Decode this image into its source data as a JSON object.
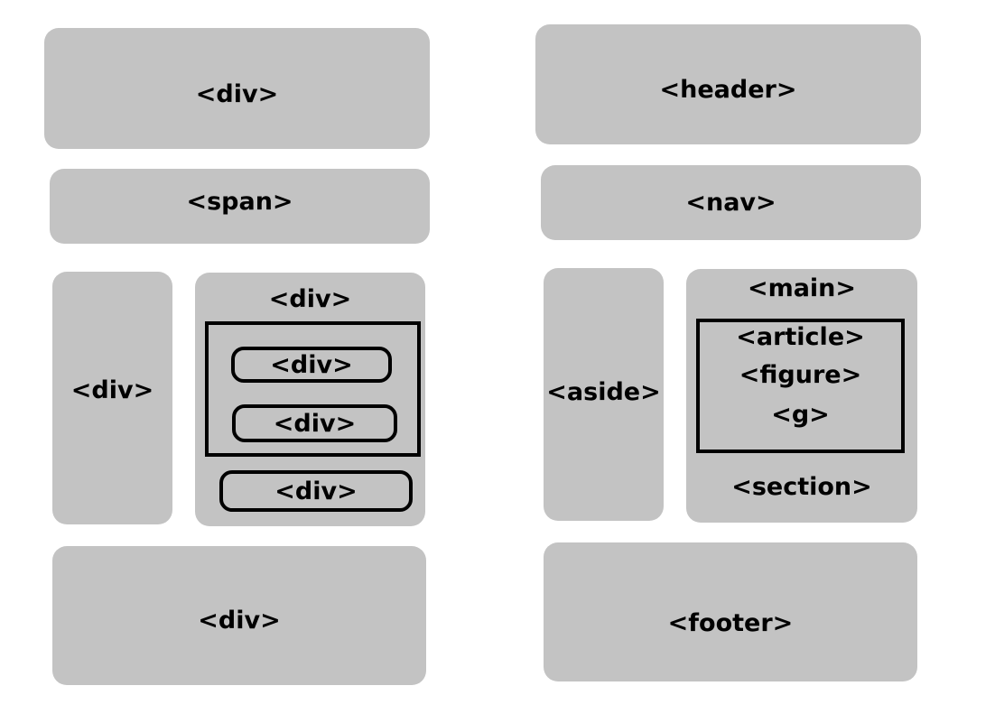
{
  "left": {
    "top": "<div>",
    "second": "<span>",
    "side": "<div>",
    "container": "<div>",
    "inner_1": "<div>",
    "inner_2": "<div>",
    "inner_3": "<div>",
    "bottom": "<div>"
  },
  "right": {
    "header": "<header>",
    "nav": "<nav>",
    "aside": "<aside>",
    "main": "<main>",
    "article": "<article>",
    "figure": "<figure>",
    "g": "<g>",
    "section": "<section>",
    "footer": "<footer>"
  },
  "colors": {
    "box_fill": "#c3c3c3",
    "outline": "#000000"
  }
}
